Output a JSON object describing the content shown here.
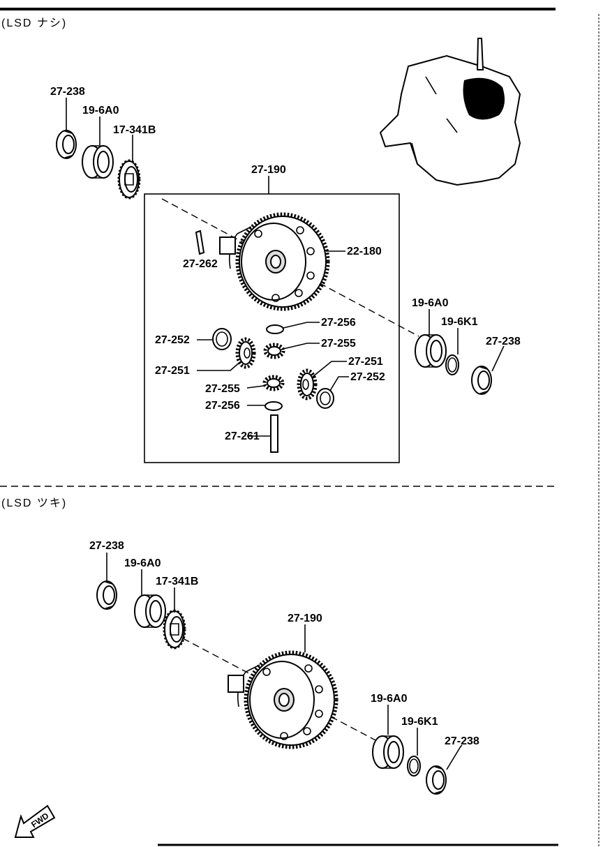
{
  "sections": {
    "top": "(LSD ナシ)",
    "bottom": "(LSD ツキ)"
  },
  "top_labels": {
    "p27_238_a": "27-238",
    "p19_6A0_a": "19-6A0",
    "p17_341B": "17-341B",
    "p27_190": "27-190",
    "p27_262": "27-262",
    "p22_180": "22-180",
    "p19_6A0_b": "19-6A0",
    "p19_6K1": "19-6K1",
    "p27_238_b": "27-238",
    "p27_256_a": "27-256",
    "p27_252_a": "27-252",
    "p27_255_a": "27-255",
    "p27_251_a": "27-251",
    "p27_251_b": "27-251",
    "p27_252_b": "27-252",
    "p27_255_b": "27-255",
    "p27_256_b": "27-256",
    "p27_261": "27-261"
  },
  "bottom_labels": {
    "p27_238_a": "27-238",
    "p19_6A0_a": "19-6A0",
    "p17_341B": "17-341B",
    "p27_190": "27-190",
    "p19_6A0_b": "19-6A0",
    "p19_6K1": "19-6K1",
    "p27_238_b": "27-238"
  },
  "fwd_label": "FWD",
  "icons": [
    "fwd-arrow-icon",
    "transaxle-locator-icon"
  ]
}
